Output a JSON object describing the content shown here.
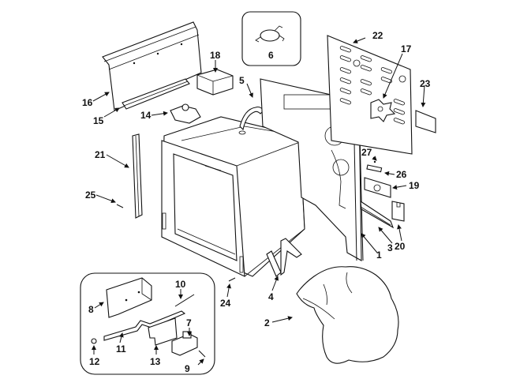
{
  "diagram": {
    "type": "exploded-parts-diagram",
    "subject": "Oven body assembly",
    "inset_top": {
      "label": "6"
    },
    "inset_bottom": {
      "labels": [
        "7",
        "8",
        "9",
        "10",
        "11",
        "12",
        "13"
      ]
    },
    "callouts": [
      {
        "id": "1",
        "label": "1"
      },
      {
        "id": "2",
        "label": "2"
      },
      {
        "id": "3",
        "label": "3"
      },
      {
        "id": "4",
        "label": "4"
      },
      {
        "id": "5",
        "label": "5"
      },
      {
        "id": "6",
        "label": "6"
      },
      {
        "id": "7",
        "label": "7"
      },
      {
        "id": "8",
        "label": "8"
      },
      {
        "id": "9",
        "label": "9"
      },
      {
        "id": "10",
        "label": "10"
      },
      {
        "id": "11",
        "label": "11"
      },
      {
        "id": "12",
        "label": "12"
      },
      {
        "id": "13",
        "label": "13"
      },
      {
        "id": "14",
        "label": "14"
      },
      {
        "id": "15",
        "label": "15"
      },
      {
        "id": "16",
        "label": "16"
      },
      {
        "id": "17",
        "label": "17"
      },
      {
        "id": "18",
        "label": "18"
      },
      {
        "id": "19",
        "label": "19"
      },
      {
        "id": "20",
        "label": "20"
      },
      {
        "id": "21",
        "label": "21"
      },
      {
        "id": "22",
        "label": "22"
      },
      {
        "id": "23",
        "label": "23"
      },
      {
        "id": "24",
        "label": "24"
      },
      {
        "id": "25",
        "label": "25"
      },
      {
        "id": "26",
        "label": "26"
      },
      {
        "id": "27",
        "label": "27"
      }
    ]
  }
}
